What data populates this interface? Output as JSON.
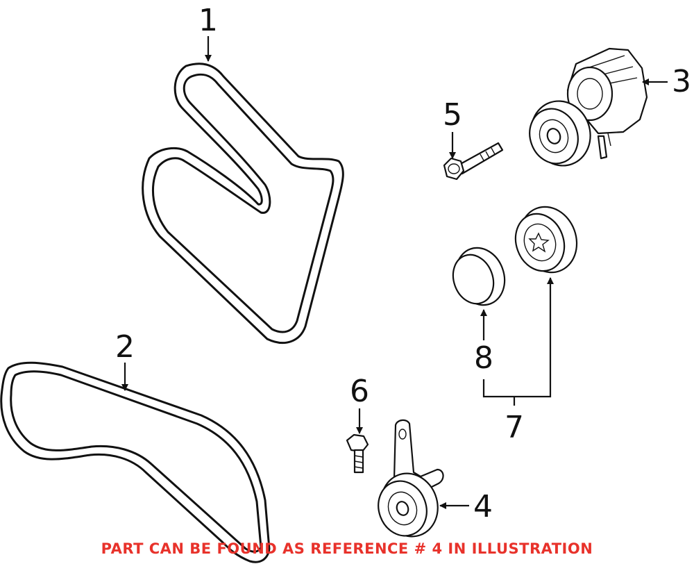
{
  "callouts": {
    "belt_1": "1",
    "belt_2": "2",
    "tensioner_3": "3",
    "idler_4": "4",
    "bolt_5": "5",
    "bolt_6": "6",
    "pulley_assembly_7": "7",
    "cap_8": "8"
  },
  "footer_note": "PART CAN BE FOUND AS REFERENCE # 4 IN ILLUSTRATION",
  "colors": {
    "footer_text": "#e8322b",
    "line_art": "#111111",
    "background": "#ffffff"
  }
}
